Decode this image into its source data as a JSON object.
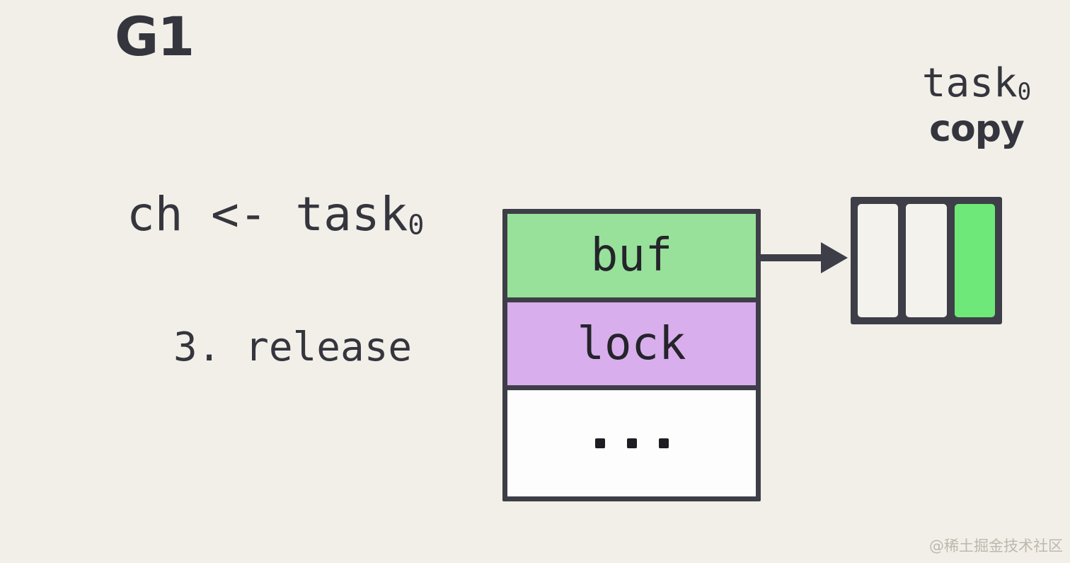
{
  "page": {
    "background": "#f2efe8",
    "ink": "#35353e"
  },
  "goroutine": {
    "title": "G1"
  },
  "code_line": {
    "text": "ch <- task",
    "subscript": "0"
  },
  "step": {
    "label": "3. release"
  },
  "channel_struct": {
    "border_color": "#3e3e48",
    "fields": [
      {
        "label": "buf",
        "bg": "#97e19a"
      },
      {
        "label": "lock",
        "bg": "#d9aeec"
      },
      {
        "label": "...",
        "bg": "#fdfdfd"
      }
    ]
  },
  "arrow": {
    "color": "#3e3e48",
    "from": "buf field",
    "to": "ring buffer"
  },
  "ring_buffer": {
    "frame_color": "#3e3e48",
    "cells": [
      {
        "state": "empty",
        "bg": "#f4f2ec"
      },
      {
        "state": "empty",
        "bg": "#f4f2ec"
      },
      {
        "state": "filled",
        "bg": "#6ee878"
      }
    ]
  },
  "task_copy": {
    "word": "task",
    "subscript": "0",
    "caption": "copy"
  },
  "watermark": {
    "text": "@稀土掘金技术社区",
    "color": "#bcb8ae"
  }
}
